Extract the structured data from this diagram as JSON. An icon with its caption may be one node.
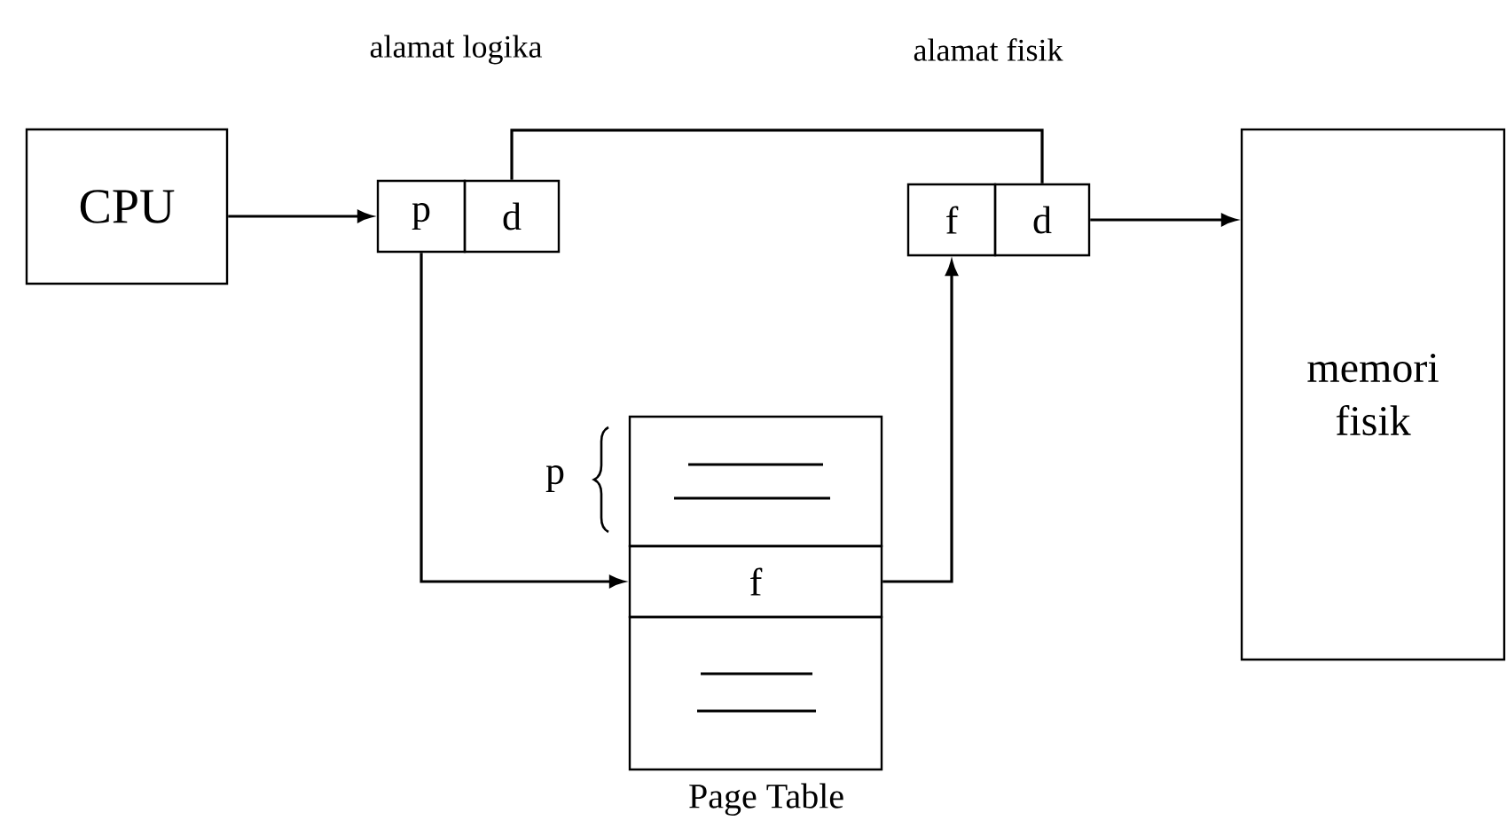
{
  "diagram": {
    "nodes": [
      {
        "text": [
          "CPU"
        ]
      },
      {
        "text": [
          "p"
        ]
      },
      {
        "text": [
          "d"
        ]
      },
      {
        "text": [
          "f"
        ]
      },
      {
        "text": [
          "d"
        ]
      },
      {
        "text": [
          "memori fisik"
        ]
      },
      {
        "text": [],
        "shape": "box"
      },
      {
        "text": [
          "f"
        ]
      },
      {
        "text": [],
        "shape": "box",
        "beside": [
          "Page Table"
        ]
      }
    ],
    "edges": [
      {
        "from": 0,
        "to": 1,
        "arrow": "to"
      },
      {
        "from": 1,
        "to": 7,
        "arrow": "to"
      },
      {
        "from": 7,
        "to": 3,
        "arrow": "to"
      },
      {
        "from": 2,
        "to": 4,
        "arrow": "none"
      },
      {
        "from": 4,
        "to": 5,
        "arrow": "to"
      }
    ],
    "labels": [
      "alamat logika",
      "alamat fisik",
      "p"
    ]
  }
}
